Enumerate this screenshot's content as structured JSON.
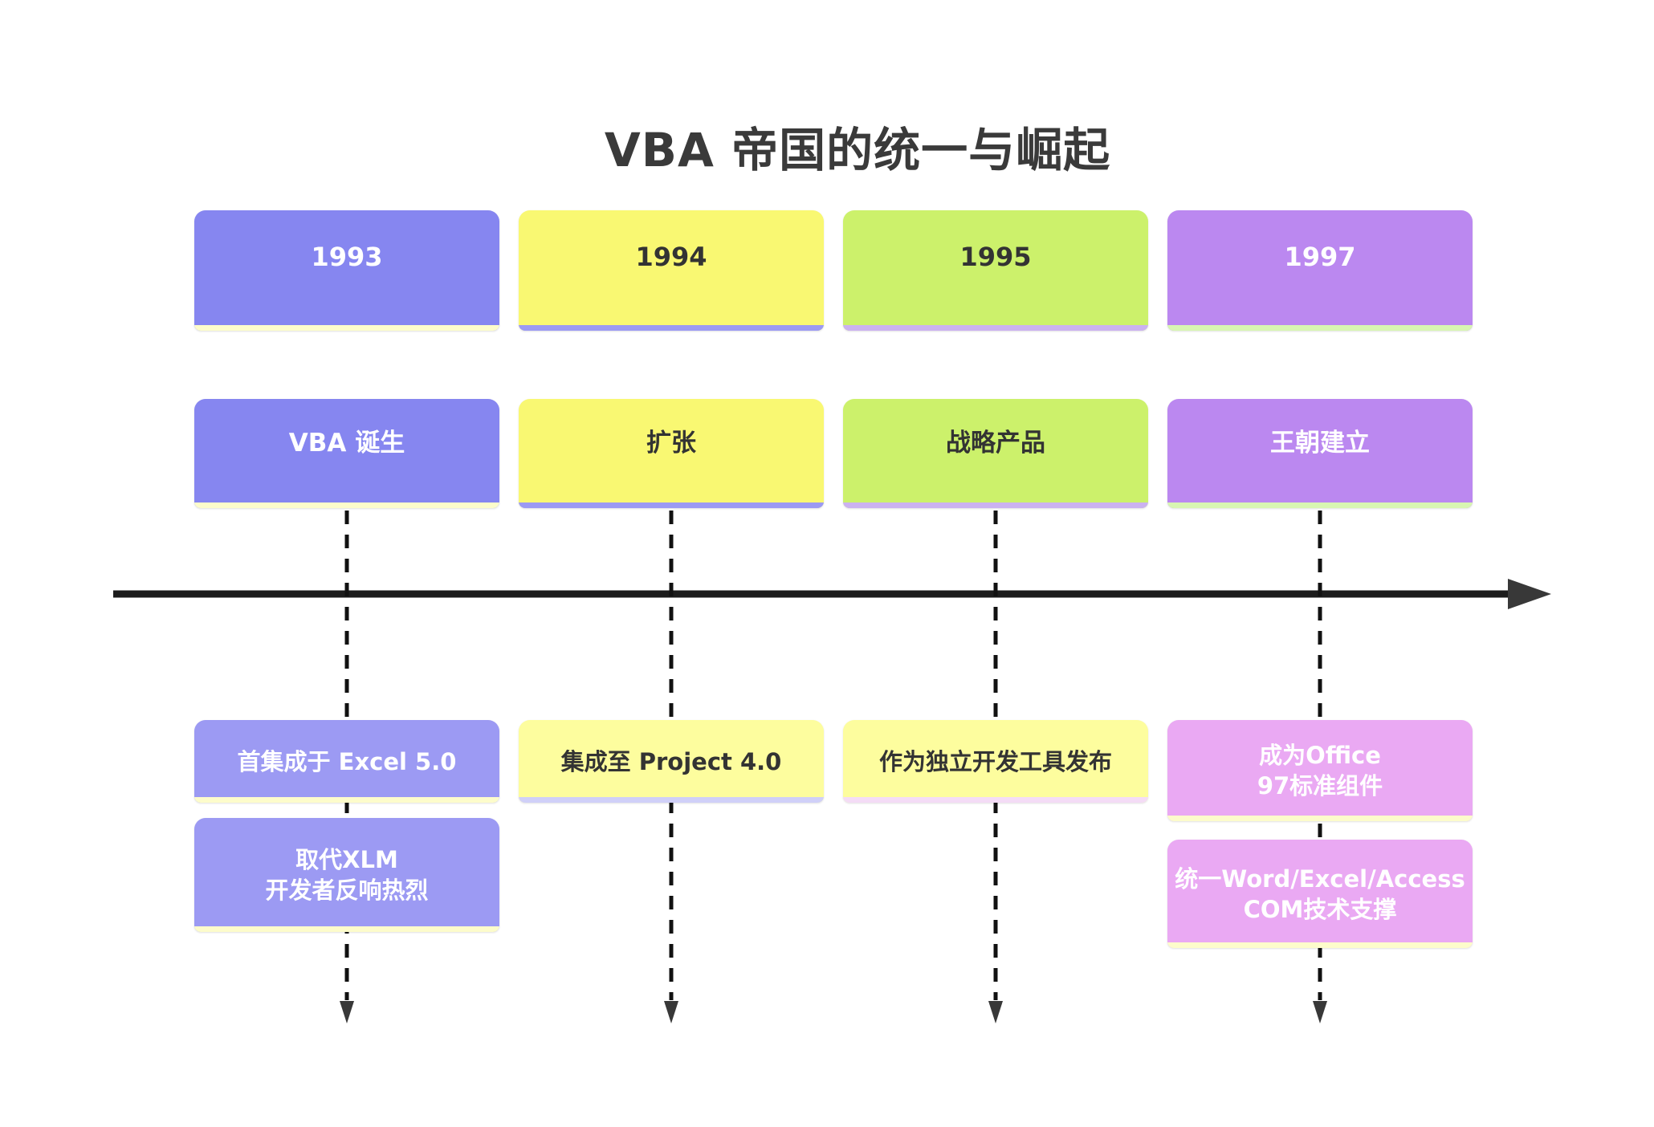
{
  "title": "VBA 帝国的统一与崛起",
  "colors": {
    "title_text": "#3a3a3a",
    "axis_line": "#1c1c1c",
    "arrowhead": "#383838",
    "connector": "#111111"
  },
  "columns": [
    {
      "year": {
        "label": "1993",
        "fill": "#8686f0",
        "strip": "#fdfccb",
        "text": "#ffffff"
      },
      "period": {
        "label": "VBA 诞生",
        "fill": "#8686f0",
        "strip": "#fdfccb",
        "text": "#ffffff"
      },
      "events": [
        {
          "lines": [
            "首集成于 Excel 5.0"
          ],
          "fill": "#9c9af3",
          "strip": "#fdfccb",
          "text": "#ffffff"
        },
        {
          "lines": [
            "取代XLM",
            "开发者反响热烈"
          ],
          "fill": "#9c9af3",
          "strip": "#fdfccb",
          "text": "#ffffff"
        }
      ]
    },
    {
      "year": {
        "label": "1994",
        "fill": "#f9f872",
        "strip": "#9c9af3",
        "text": "#333333"
      },
      "period": {
        "label": "扩张",
        "fill": "#f9f872",
        "strip": "#9c9af3",
        "text": "#333333"
      },
      "events": [
        {
          "lines": [
            "集成至 Project 4.0"
          ],
          "fill": "#fdfd9e",
          "strip": "#d0d0f8",
          "text": "#333333"
        }
      ]
    },
    {
      "year": {
        "label": "1995",
        "fill": "#ccf16b",
        "strip": "#cbb2f0",
        "text": "#333333"
      },
      "period": {
        "label": "战略产品",
        "fill": "#ccf16b",
        "strip": "#cbb2f0",
        "text": "#333333"
      },
      "events": [
        {
          "lines": [
            "作为独立开发工具发布"
          ],
          "fill": "#fdfd9e",
          "strip": "#f4dcf6",
          "text": "#333333"
        }
      ]
    },
    {
      "year": {
        "label": "1997",
        "fill": "#bb88f0",
        "strip": "#d8f6b2",
        "text": "#ffffff"
      },
      "period": {
        "label": "王朝建立",
        "fill": "#bb88f0",
        "strip": "#d8f6b2",
        "text": "#ffffff"
      },
      "events": [
        {
          "lines": [
            "成为Office",
            "97标准组件"
          ],
          "fill": "#eaa9f3",
          "strip": "#fdfccb",
          "text": "#ffffff"
        },
        {
          "lines": [
            "统一Word/Excel/Access",
            "COM技术支撑"
          ],
          "fill": "#eaa9f3",
          "strip": "#fdfccb",
          "text": "#ffffff"
        }
      ]
    }
  ]
}
